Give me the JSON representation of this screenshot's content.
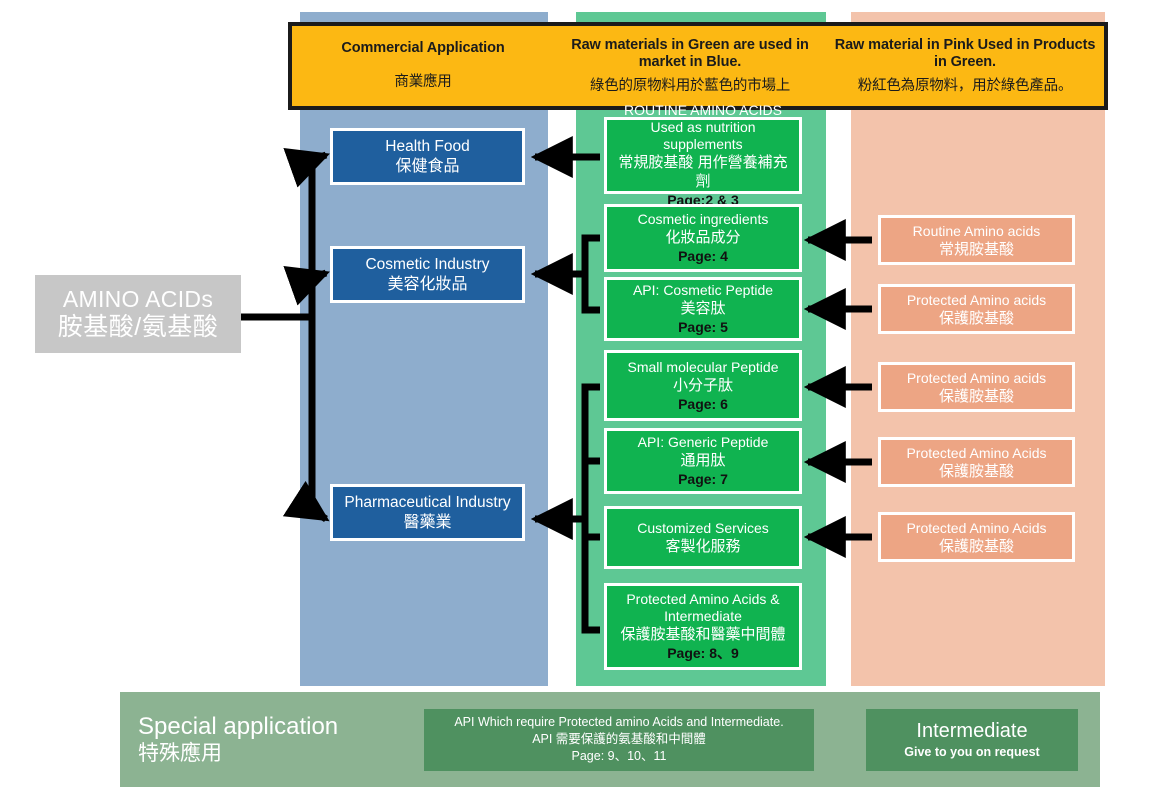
{
  "banner": {
    "cells": [
      {
        "en": "Commercial Application",
        "zh": "商業應用"
      },
      {
        "en": "Raw materials in Green are used in market in Blue.",
        "zh": "綠色的原物料用於藍色的市場上"
      },
      {
        "en": "Raw material in Pink Used in Products in Green.",
        "zh": "粉紅色為原物料，用於綠色產品。"
      }
    ]
  },
  "source": {
    "en": "AMINO ACIDs",
    "zh": "胺基酸/氨基酸"
  },
  "markets": [
    {
      "en": "Health Food",
      "zh": "保健食品"
    },
    {
      "en": "Cosmetic Industry",
      "zh": "美容化妝品"
    },
    {
      "en": "Pharmaceutical Industry",
      "zh": "醫藥業"
    }
  ],
  "products": [
    {
      "en": "ROUTINE AMINO ACIDS Used as nutrition supplements",
      "zh": "常規胺基酸 用作營養補充劑",
      "page": "Page:2 & 3"
    },
    {
      "en": "Cosmetic ingredients",
      "zh": "化妝品成分",
      "page": "Page: 4"
    },
    {
      "en": "API: Cosmetic Peptide",
      "zh": "美容肽",
      "page": "Page: 5"
    },
    {
      "en": "Small molecular Peptide",
      "zh": "小分子肽",
      "page": "Page: 6"
    },
    {
      "en": "API: Generic Peptide",
      "zh": "通用肽",
      "page": "Page: 7"
    },
    {
      "en": "Customized Services",
      "zh": "客製化服務",
      "page": ""
    },
    {
      "en": "Protected Amino Acids & Intermediate",
      "zh": "保護胺基酸和醫藥中間體",
      "page": "Page: 8、9"
    }
  ],
  "raw_materials": [
    {
      "en": "Routine Amino acids",
      "zh": "常規胺基酸"
    },
    {
      "en": "Protected Amino acids",
      "zh": "保護胺基酸"
    },
    {
      "en": "Protected Amino acids",
      "zh": "保護胺基酸"
    },
    {
      "en": "Protected Amino Acids",
      "zh": "保護胺基酸"
    },
    {
      "en": "Protected Amino Acids",
      "zh": "保護胺基酸"
    }
  ],
  "bottom": {
    "label_en": "Special application",
    "label_zh": "特殊應用",
    "api_en": "API Which require Protected amino Acids and Intermediate.",
    "api_zh": "API 需要保護的氨基酸和中間體",
    "api_page": "Page: 9、10、11",
    "intermediate_en": "Intermediate",
    "intermediate_sub": "Give to you on request"
  },
  "colors": {
    "banner_bg": "#fcb813",
    "column_blue": "#8eadcd",
    "column_green": "#5ec894",
    "column_pink": "#f3c3ab",
    "card_blue": "#1f5f9e",
    "card_green": "#10b350",
    "card_pink": "#eda584",
    "bottom_bar": "#8cb392",
    "bottom_inner": "#4f9160",
    "source_bg": "#c7c7c7",
    "connector": "#000000"
  }
}
